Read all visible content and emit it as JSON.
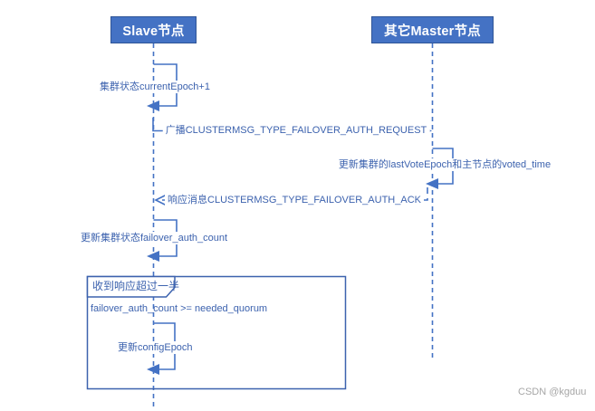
{
  "diagram": {
    "title": "Redis cluster failover auth sequence",
    "actors": [
      {
        "label": "Slave节点"
      },
      {
        "label": "其它Master节点"
      }
    ],
    "messages": [
      {
        "id": "self-current-epoch",
        "kind": "self-call",
        "from": "slave",
        "to": "slave",
        "text": "集群状态currentEpoch+1"
      },
      {
        "id": "auth-request",
        "kind": "solid-arrow",
        "from": "slave",
        "to": "master",
        "text": "广播CLUSTERMSG_TYPE_FAILOVER_AUTH_REQUEST"
      },
      {
        "id": "self-last-vote-epoch",
        "kind": "self-call",
        "from": "master",
        "to": "master",
        "text": "更新集群的lastVoteEpoch和主节点的voted_time"
      },
      {
        "id": "auth-ack",
        "kind": "dashed-return",
        "from": "master",
        "to": "slave",
        "text": "响应消息CLUSTERMSG_TYPE_FAILOVER_AUTH_ACK"
      },
      {
        "id": "self-auth-count",
        "kind": "self-call",
        "from": "slave",
        "to": "slave",
        "text": "更新集群状态failover_auth_count"
      },
      {
        "id": "self-config-epoch",
        "kind": "self-call",
        "from": "slave",
        "to": "slave",
        "text": "更新configEpoch"
      }
    ],
    "fragment": {
      "label": "收到响应超过一半",
      "guard": "failover_auth_count >= needed_quorum"
    },
    "watermark": "CSDN @kgduu",
    "colors": {
      "accent": "#4472C4",
      "actor_border": "#2F5597",
      "label_text": "#3C62AE",
      "watermark_gray": "#A6A6A6",
      "background": "#FFFFFF"
    }
  }
}
